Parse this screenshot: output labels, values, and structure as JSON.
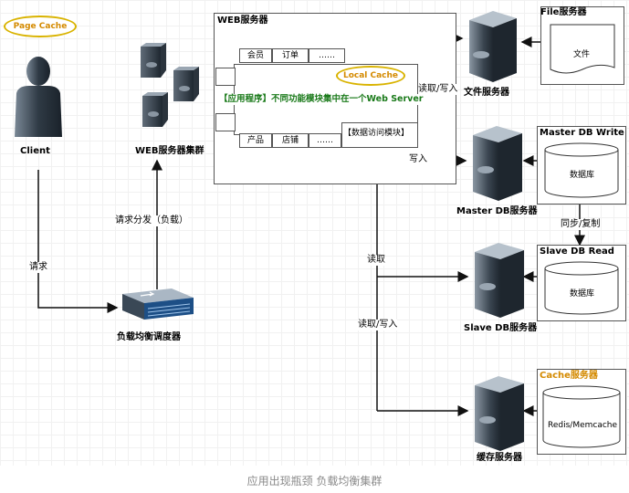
{
  "page_cache": "Page Cache",
  "client": "Client",
  "request": "请求",
  "lb": "负载均衡调度器",
  "dispatch": "请求分发（负载）",
  "web_cluster": "WEB服务器集群",
  "web_server": {
    "title": "WEB服务器",
    "top_cells": [
      "会员",
      "订单",
      "……"
    ],
    "bottom_cells": [
      "产品",
      "店铺",
      "……"
    ],
    "local_cache": "Local Cache",
    "app_text": "【应用程序】不同功能模块集中在一个Web Server",
    "data_access": "【数据访问模块】"
  },
  "rw1": "读取/写入",
  "write": "写入",
  "read": "读取",
  "rw2": "读取/写入",
  "file_server": "文件服务器",
  "file_box": {
    "title": "File服务器",
    "doc": "文件"
  },
  "master_server": "Master DB服务器",
  "master_box": {
    "title": "Master DB Write",
    "db": "数据库"
  },
  "sync": "同步/复制",
  "slave_server": "Slave DB服务器",
  "slave_box": {
    "title": "Slave DB Read",
    "db": "数据库"
  },
  "cache_server": "缓存服务器",
  "cache_box": {
    "title": "Cache服务器",
    "db": "Redis/Memcache"
  },
  "caption": "应用出现瓶颈 负载均衡集群",
  "colors": {
    "accent_yellow": "#d9b300",
    "cache_title": "#d48a00",
    "app_text": "#1a7a1a"
  }
}
